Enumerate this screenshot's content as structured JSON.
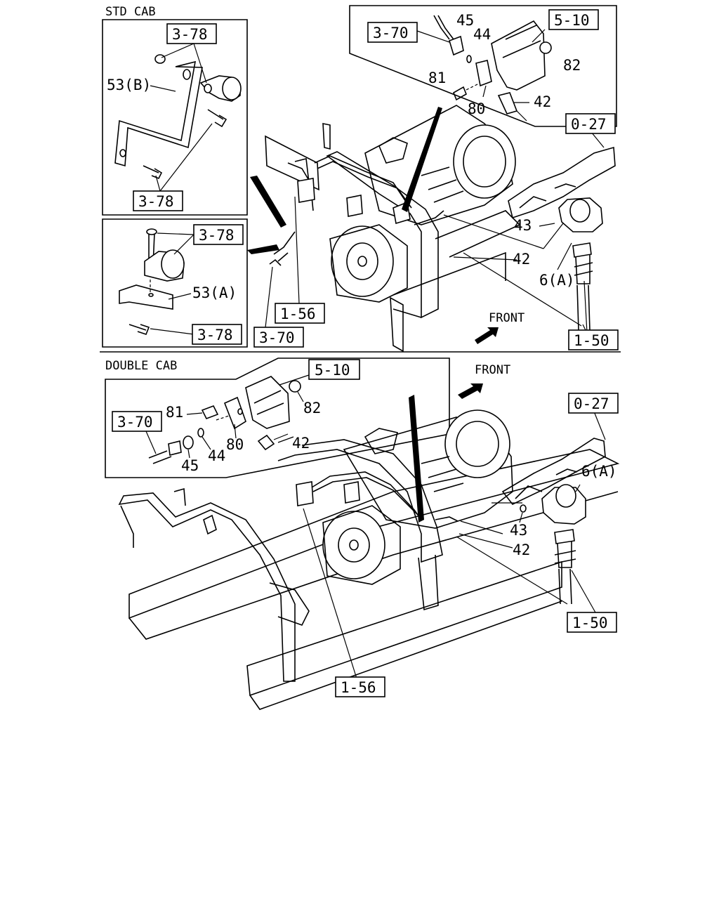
{
  "sections": {
    "std_cab": "STD CAB",
    "double_cab": "DOUBLE CAB"
  },
  "front": {
    "std": "FRONT",
    "double": "FRONT"
  },
  "std": {
    "inset_a": {
      "ref_top": "3-78",
      "ref_bottom": "3-78",
      "part": "53(B)"
    },
    "inset_b": {
      "ref_top": "3-78",
      "ref_bottom": "3-78",
      "part": "53(A)"
    },
    "inset_c": {
      "ref_left": "3-70",
      "ref_right": "5-10",
      "p45": "45",
      "p44": "44",
      "p82": "82",
      "p81": "81",
      "p80": "80",
      "p42": "42"
    },
    "main": {
      "ref_0_27": "0-27",
      "p43": "43",
      "p42": "42",
      "p6a": "6(A)",
      "ref_1_56": "1-56",
      "ref_3_70": "3-70",
      "ref_1_50": "1-50"
    }
  },
  "dbl": {
    "inset": {
      "ref_5_10": "5-10",
      "ref_3_70": "3-70",
      "p81": "81",
      "p82": "82",
      "p80": "80",
      "p42": "42",
      "p44": "44",
      "p45": "45"
    },
    "main": {
      "ref_0_27": "0-27",
      "p6a": "6(A)",
      "p43": "43",
      "p42": "42",
      "ref_1_50": "1-50",
      "ref_1_56": "1-56"
    }
  }
}
